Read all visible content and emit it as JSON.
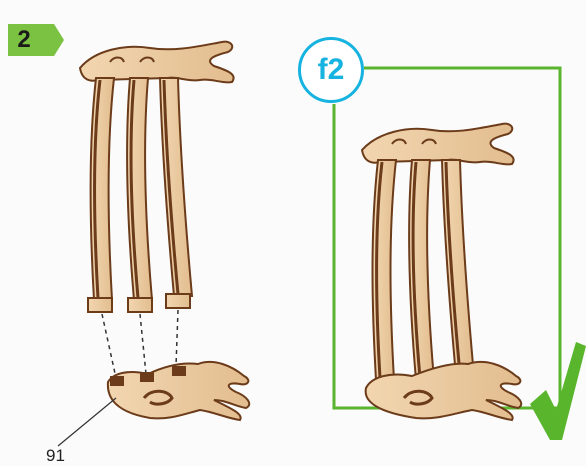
{
  "step": {
    "number": "2"
  },
  "callout": {
    "part_number": "91"
  },
  "result_badge": {
    "label": "f2"
  },
  "colors": {
    "step_badge": "#7cc242",
    "result_frame": "#5ab52e",
    "result_circle": "#16b3e0",
    "check_mark": "#59b52c",
    "wood": "#e8c79d",
    "wood_edge": "#6b3b1a"
  },
  "icons": {
    "step_badge": "chevron-badge-icon",
    "result_check": "check-mark-icon"
  }
}
